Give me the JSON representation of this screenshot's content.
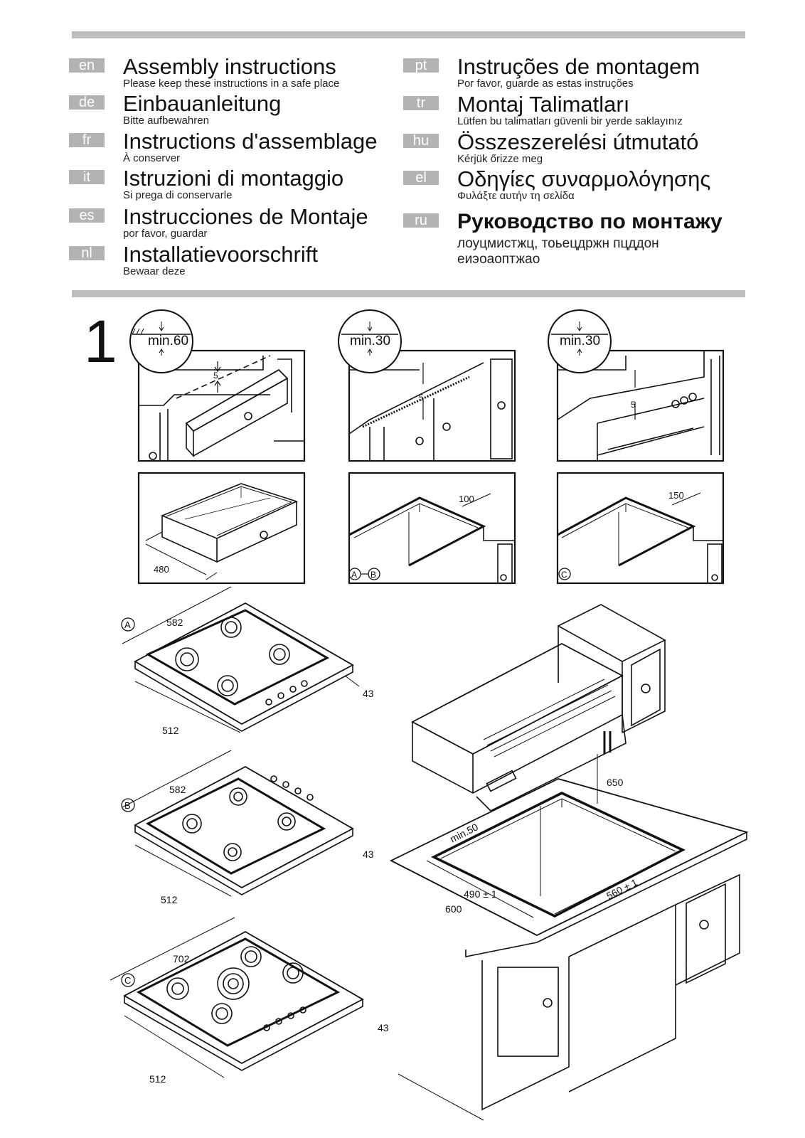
{
  "languages_left": [
    {
      "code": "en",
      "title": "Assembly instructions",
      "subtitle": "Please keep these instructions in a safe place"
    },
    {
      "code": "de",
      "title": "Einbauanleitung",
      "subtitle": "Bitte aufbewahren"
    },
    {
      "code": "fr",
      "title": "Instructions d'assemblage",
      "subtitle": "À conserver"
    },
    {
      "code": "it",
      "title": "Istruzioni di montaggio",
      "subtitle": "Si prega di conservarle"
    },
    {
      "code": "es",
      "title": "Instrucciones de Montaje",
      "subtitle": "por favor, guardar"
    },
    {
      "code": "nl",
      "title": "Installatievoorschrift",
      "subtitle": "Bewaar deze"
    }
  ],
  "languages_right": [
    {
      "code": "pt",
      "title": "Instruções de montagem",
      "subtitle": "Por favor, guarde as estas instruções"
    },
    {
      "code": "tr",
      "title": "Montaj Talimatları",
      "subtitle": "Lütfen bu talimatları güvenli bir yerde saklayınız"
    },
    {
      "code": "hu",
      "title": "Összeszerelési útmutató",
      "subtitle": "Kérjük őrizze meg"
    },
    {
      "code": "el",
      "title": "Οδηγίες συναρμολόγησης",
      "subtitle": "Φυλάξτε αυτήν τη σελίδα"
    },
    {
      "code": "ru",
      "title": "Руководство по монтажу",
      "subtitle": "лоуцмистжц, тоьецдржн пцддон еиэоаоптжао"
    }
  ],
  "step_number": "1",
  "clearances": {
    "a": "min.60",
    "b": "min.30",
    "c": "min.30"
  },
  "drawer_gap": "5",
  "drawer_depth": "480",
  "cutout_offsets": {
    "ab": "100",
    "c": "150"
  },
  "cutout_variant_labels": {
    "ab_a": "A",
    "ab_b": "B",
    "c": "C"
  },
  "hobs": [
    {
      "variant": "A",
      "width": "582",
      "depth": "512",
      "height": "43"
    },
    {
      "variant": "B",
      "width": "582",
      "depth": "512",
      "height": "43"
    },
    {
      "variant": "C",
      "width": "702",
      "depth": "512",
      "height": "43"
    }
  ],
  "installation": {
    "hood_height": "650",
    "wall_clearance": "min.50",
    "cutout_depth": "490 ± 1",
    "cutout_width": "560 ± 1",
    "worktop_depth": "600"
  }
}
